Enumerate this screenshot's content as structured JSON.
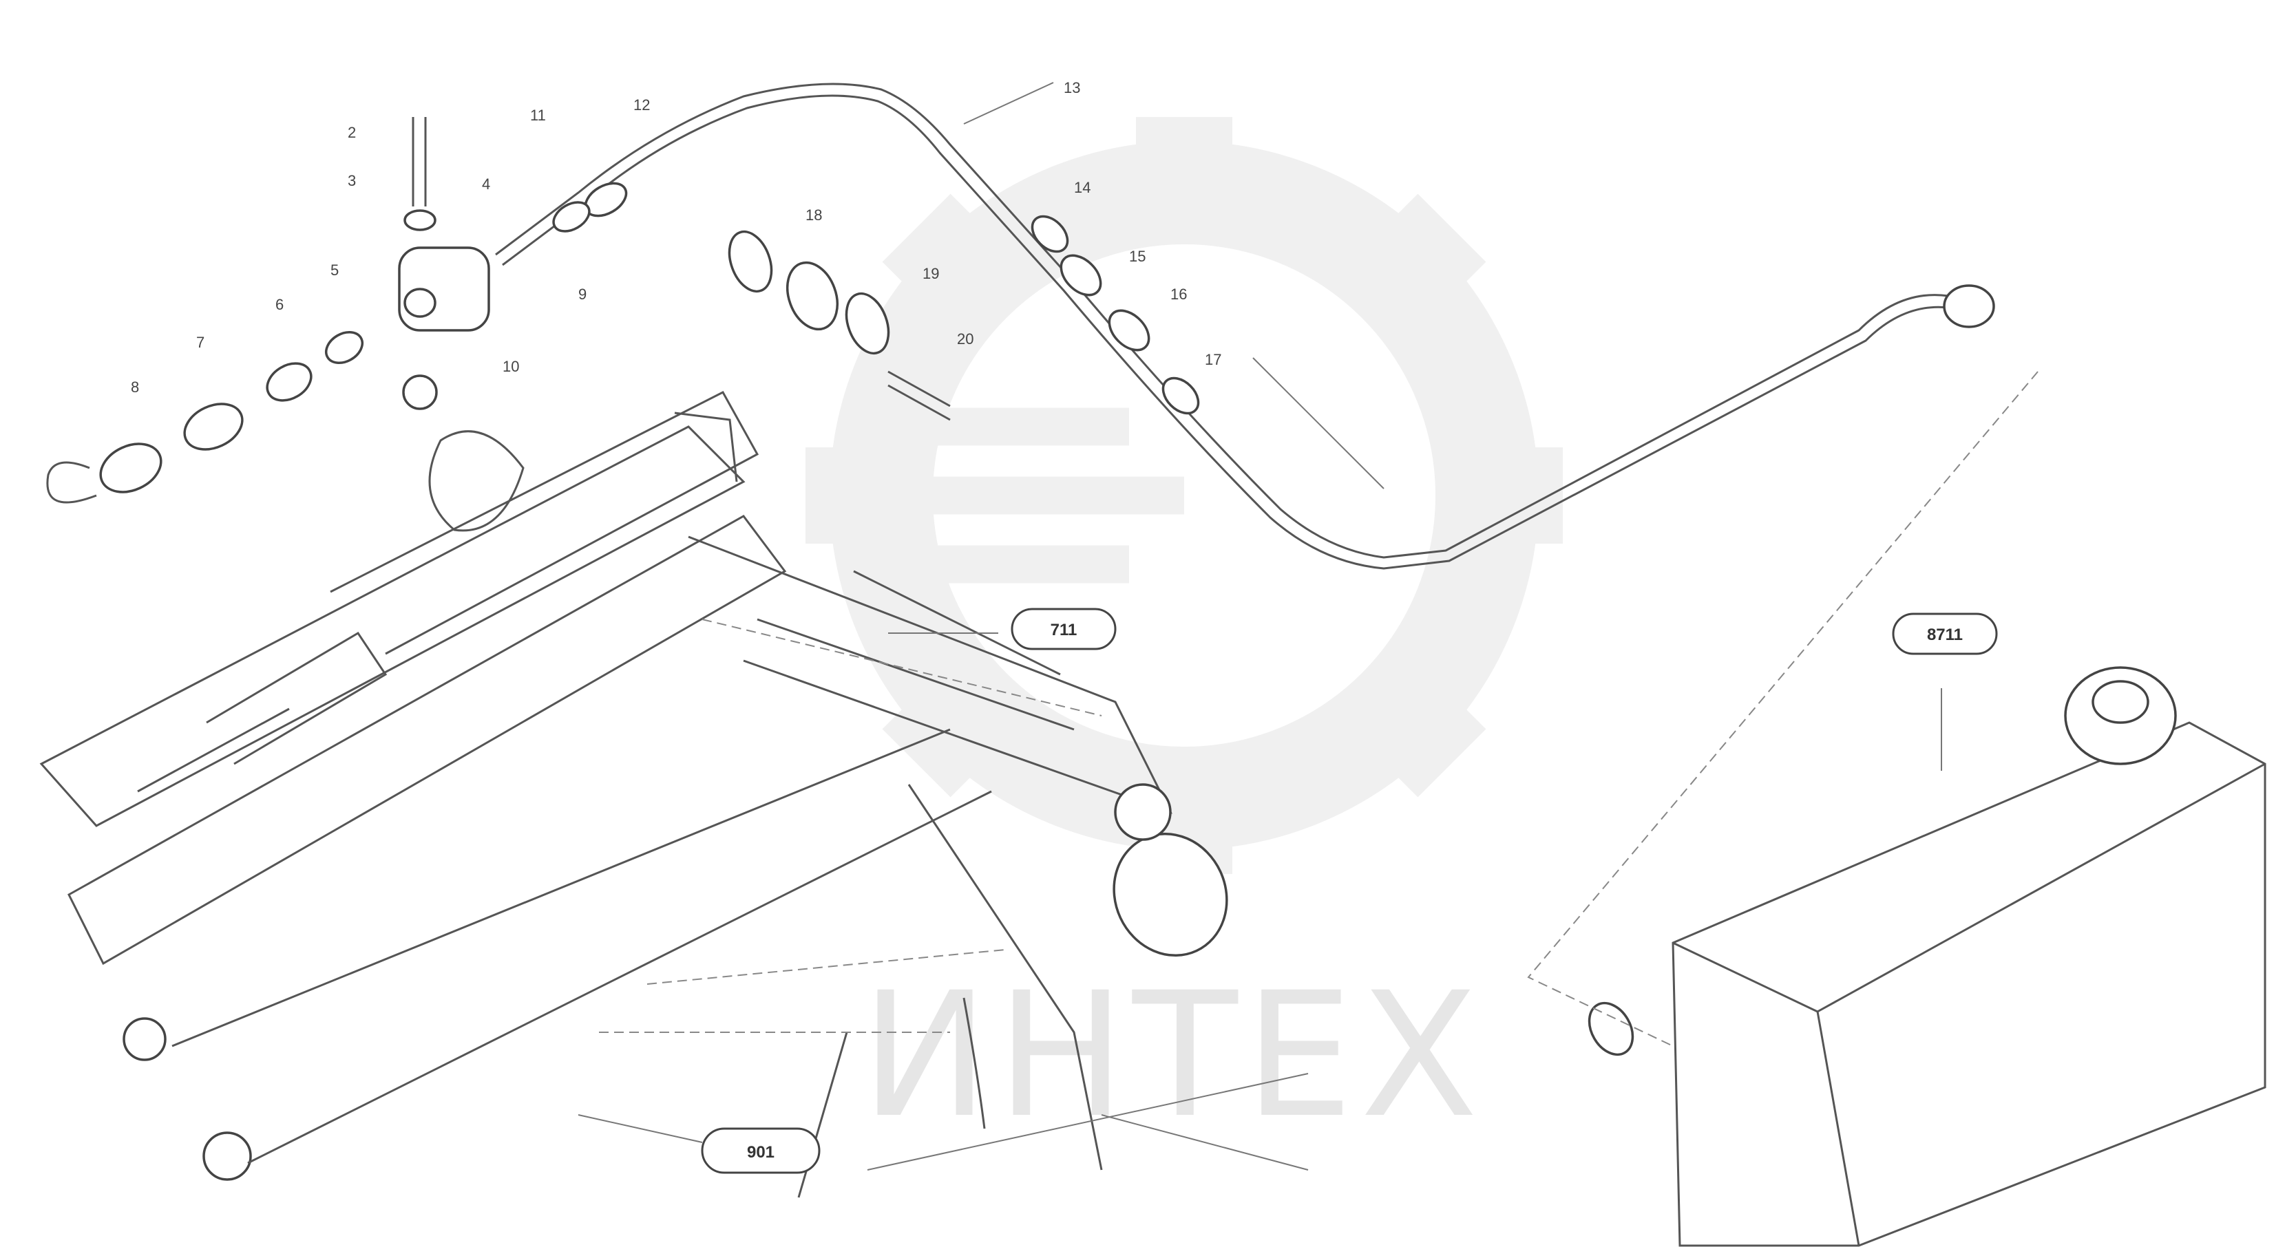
{
  "watermark": {
    "text": "ИНТЕХ",
    "color": "#e6e6e6"
  },
  "callout_boxes": {
    "center": "711",
    "right": "8711",
    "bottom": "901"
  },
  "drawing_code": "",
  "callouts": [
    "2",
    "3",
    "4",
    "5",
    "6",
    "7",
    "8",
    "9",
    "10",
    "11",
    "12",
    "13",
    "14",
    "15",
    "16",
    "17",
    "18",
    "19",
    "20"
  ]
}
